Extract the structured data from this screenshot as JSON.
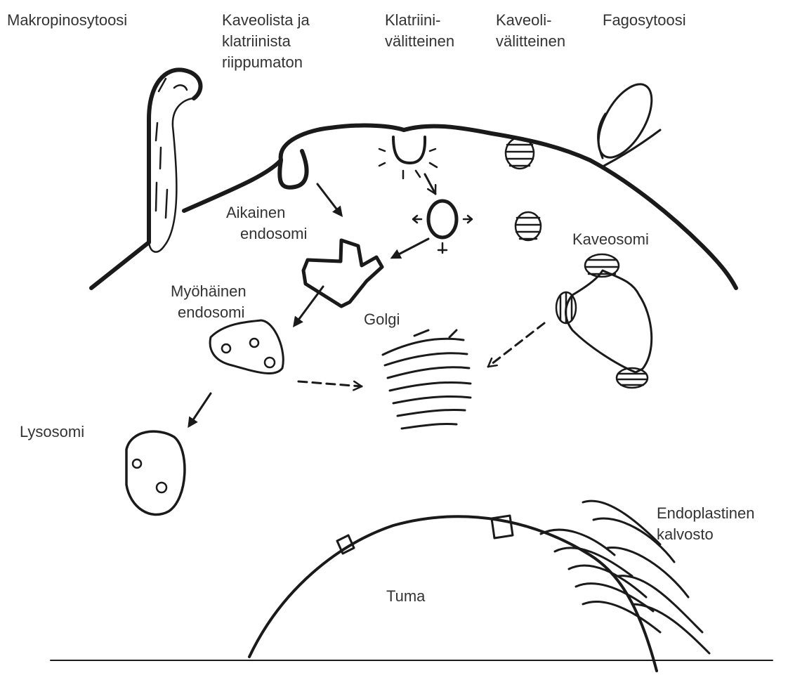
{
  "labels": {
    "macropinocytosis": [
      "Makropinosytoosi"
    ],
    "independent": [
      "Kaveolista ja",
      "klatriinista",
      "riippumaton"
    ],
    "clathrin": [
      "Klatriini-",
      "välitteinen"
    ],
    "caveolin": [
      "Kaveoli-",
      "välitteinen"
    ],
    "phagocytosis": [
      "Fagosytoosi"
    ],
    "early_endosome": [
      "Aikainen",
      "endosomi"
    ],
    "caveosome": [
      "Kaveosomi"
    ],
    "late_endosome": [
      "Myöhäinen",
      "endosomi"
    ],
    "golgi": [
      "Golgi"
    ],
    "lysosome": [
      "Lysosomi"
    ],
    "er": [
      "Endoplastinen",
      "kalvosto"
    ],
    "nucleus": [
      "Tuma"
    ]
  },
  "colors": {
    "ink": "#1a1a1a",
    "text": "#333333",
    "background": "#ffffff"
  }
}
